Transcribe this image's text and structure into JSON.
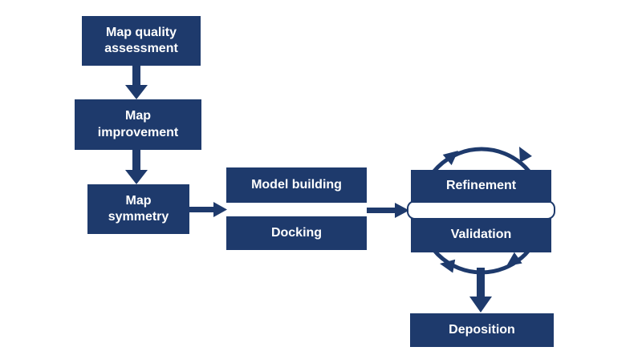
{
  "diagram": {
    "type": "flowchart",
    "colors": {
      "box_fill": "#1e3a6c",
      "box_text": "#ffffff",
      "arrow": "#1e3a6c",
      "background": "#ffffff"
    },
    "nodes": {
      "map_quality": {
        "lines": [
          "Map quality",
          "assessment"
        ]
      },
      "map_improvement": {
        "lines": [
          "Map",
          "improvement"
        ]
      },
      "map_symmetry": {
        "lines": [
          "Map",
          "symmetry"
        ]
      },
      "model_building": {
        "label": "Model building"
      },
      "docking": {
        "label": "Docking"
      },
      "refinement": {
        "label": "Refinement"
      },
      "validation": {
        "label": "Validation"
      },
      "deposition": {
        "label": "Deposition"
      }
    }
  }
}
